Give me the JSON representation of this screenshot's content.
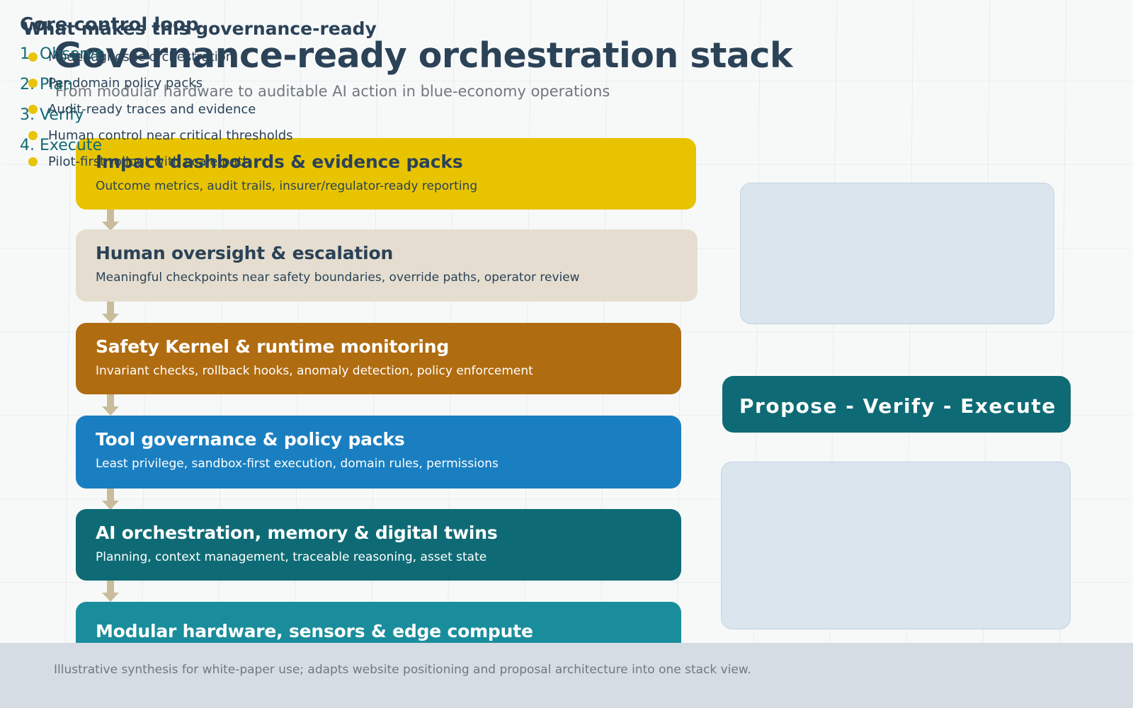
{
  "header": {
    "title": "Governance-ready orchestration stack",
    "subtitle": "From modular hardware to auditable AI action in blue-economy operations",
    "title_color": "#2b4257",
    "subtitle_color": "#70777d"
  },
  "stack": {
    "layers": [
      {
        "title": "Impact dashboards & evidence packs",
        "subtitle": "Outcome metrics, audit trails, insurer/regulator-ready reporting",
        "fill": "#e8c400",
        "text_color": "#2b4257"
      },
      {
        "title": "Human oversight & escalation",
        "subtitle": "Meaningful checkpoints near safety boundaries, override paths, operator review",
        "fill": "#e5ded0",
        "text_color": "#2b4257"
      },
      {
        "title": "Safety Kernel & runtime monitoring",
        "subtitle": "Invariant checks, rollback hooks, anomaly detection, policy enforcement",
        "fill": "#b06c10",
        "text_color": "#ffffff"
      },
      {
        "title": "Tool governance & policy packs",
        "subtitle": "Least privilege, sandbox-first execution, domain rules, permissions",
        "fill": "#1a7fc1",
        "text_color": "#ffffff"
      },
      {
        "title": "AI orchestration, memory & digital twins",
        "subtitle": "Planning, context management, traceable reasoning, asset state",
        "fill": "#0e6b75",
        "text_color": "#ffffff"
      },
      {
        "title": "Modular hardware, sensors & edge compute",
        "subtitle": "",
        "fill": "#1a8d9c",
        "text_color": "#ffffff"
      }
    ],
    "connector_color": "#c9bc9b"
  },
  "core_loop": {
    "title": "Core control loop",
    "steps": [
      {
        "number": "1.",
        "label": "Observe"
      },
      {
        "number": "2.",
        "label": "Plan"
      },
      {
        "number": "3.",
        "label": "Verify"
      },
      {
        "number": "4.",
        "label": "Execute"
      }
    ],
    "step_color": "#136973",
    "card_fill": "#dae5ed"
  },
  "propose_verify_execute": {
    "label": "Propose  -  Verify  -  Execute",
    "fill": "#0e6b75",
    "text_color": "#ffffff"
  },
  "governance": {
    "title": "What makes this governance-ready",
    "bullets": [
      "Model-agnostic orchestration",
      "Per-domain policy packs",
      "Audit-ready traces and evidence",
      "Human control near critical thresholds",
      "Pilot-first rollout with scale path"
    ],
    "bullet_color": "#e8c40a",
    "card_fill": "#dae5ed"
  },
  "footer": {
    "note": "Illustrative synthesis for white-paper use; adapts website positioning and proposal architecture into one stack view.",
    "band_color": "#d6dce3",
    "text_color": "#717880"
  }
}
